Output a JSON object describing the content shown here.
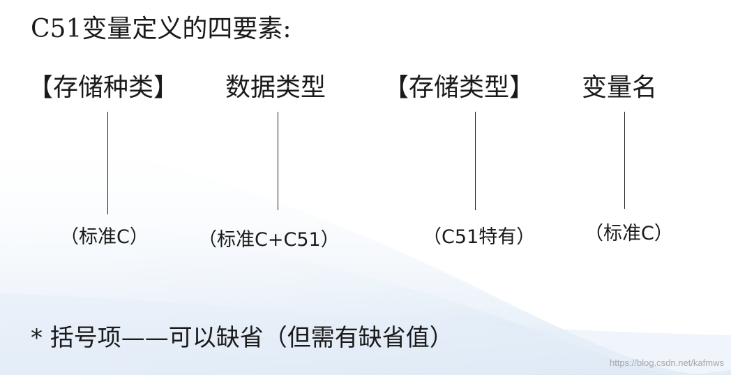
{
  "title": "C51变量定义的四要素:",
  "terms": [
    {
      "label": "【存储种类】",
      "note": "（标准C）"
    },
    {
      "label": "数据类型",
      "note": "（标准C+C51）"
    },
    {
      "label": "【存储类型】",
      "note": "（C51特有）"
    },
    {
      "label": "变量名",
      "note": "（标准C）"
    }
  ],
  "footnote": "* 括号项——可以缺省（但需有缺省值）",
  "watermark": "https://blog.csdn.net/kafmws",
  "colors": {
    "background": "#ffffff",
    "background_wave": "#dbe8f5",
    "text": "#1a1a1a",
    "watermark": "#a7a7a7"
  }
}
